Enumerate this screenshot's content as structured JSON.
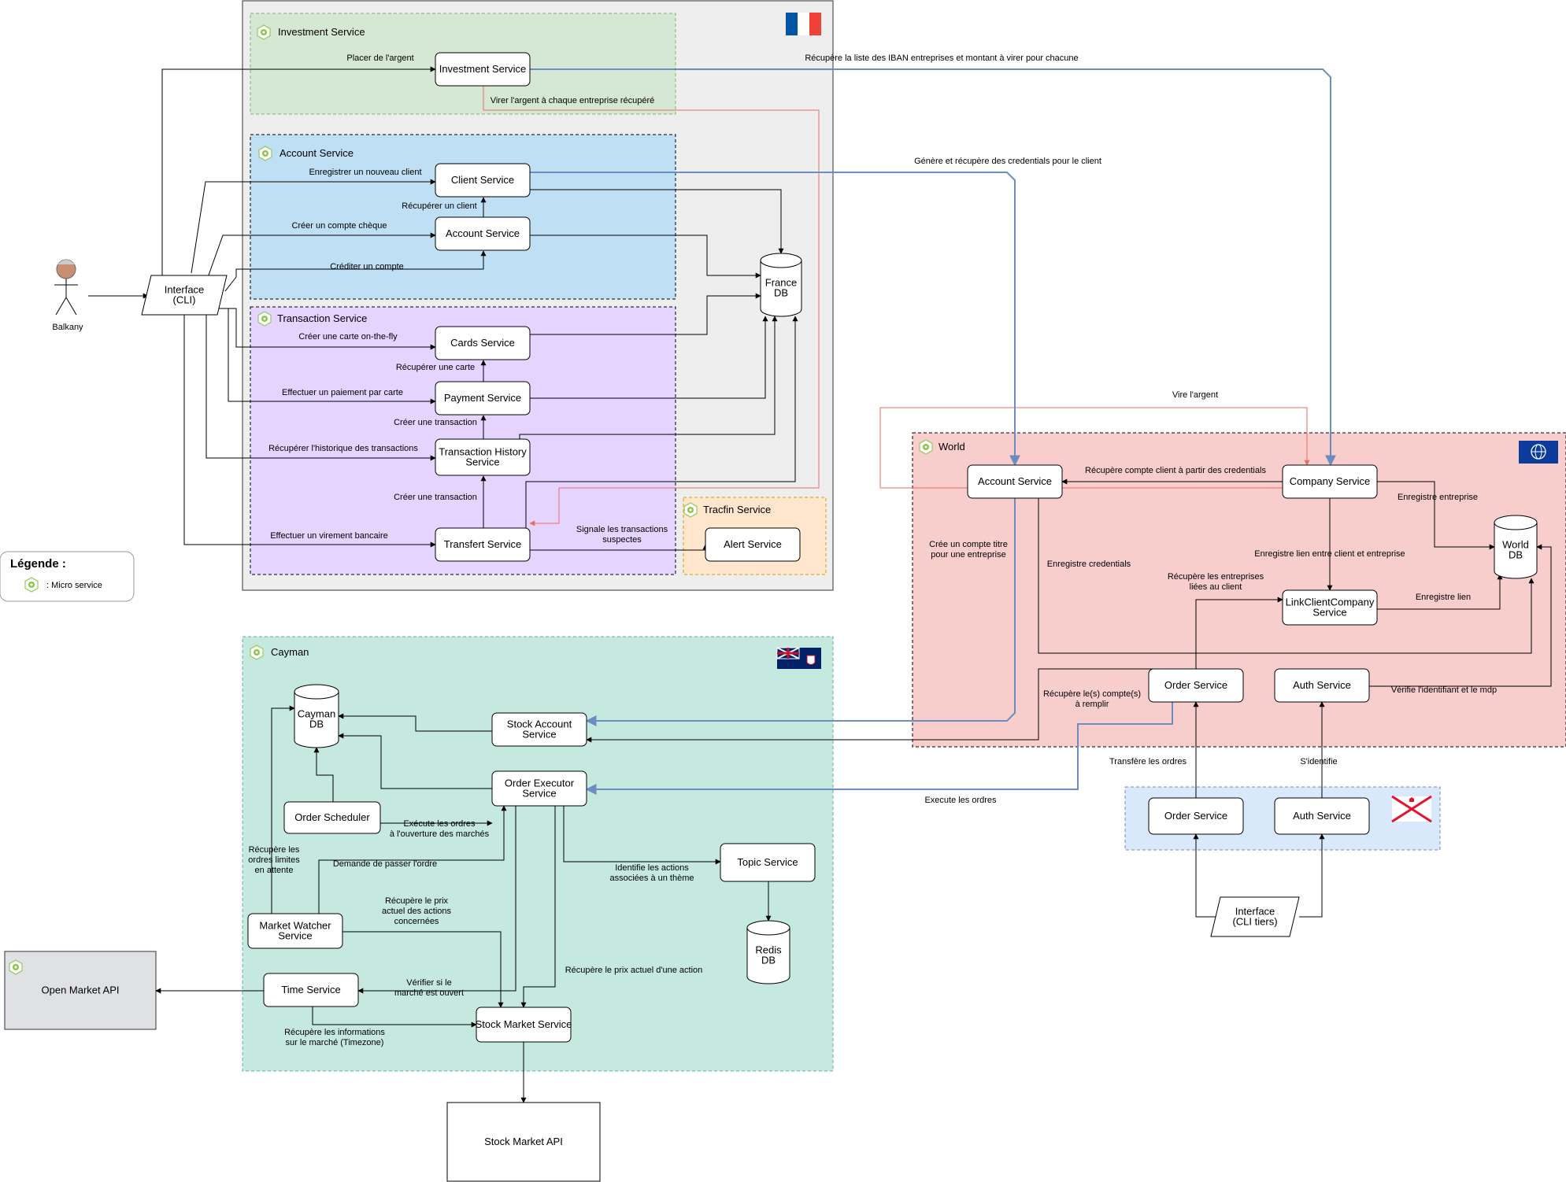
{
  "groups": {
    "france": "",
    "investment": "Investment Service",
    "account": "Account Service",
    "transaction": "Transaction Service",
    "tracfin": "Tracfin Service",
    "world": "World",
    "cayman": "Cayman",
    "legend_title": "Légende :",
    "legend_item": ": Micro service"
  },
  "actor": {
    "name": "Balkany"
  },
  "nodes": {
    "interface_cli": [
      "Interface",
      "(CLI)"
    ],
    "investment_service": [
      "Investment Service"
    ],
    "client_service": [
      "Client Service"
    ],
    "account_service_fr": [
      "Account Service"
    ],
    "cards_service": [
      "Cards Service"
    ],
    "payment_service": [
      "Payment Service"
    ],
    "transaction_history": [
      "Transaction History",
      "Service"
    ],
    "transfert_service": [
      "Transfert Service"
    ],
    "alert_service": [
      "Alert Service"
    ],
    "france_db": [
      "France",
      "DB"
    ],
    "world_account_service": [
      "Account Service"
    ],
    "company_service": [
      "Company Service"
    ],
    "world_db": [
      "World",
      "DB"
    ],
    "linkclientcompany": [
      "LinkClientCompany",
      "Service"
    ],
    "world_order_service": [
      "Order Service"
    ],
    "world_auth_service": [
      "Auth Service"
    ],
    "jersey_order_service": [
      "Order Service"
    ],
    "jersey_auth_service": [
      "Auth Service"
    ],
    "interface_cli_tiers": [
      "Interface",
      "(CLI tiers)"
    ],
    "cayman_db": [
      "Cayman",
      "DB"
    ],
    "stock_account_service": [
      "Stock Account",
      "Service"
    ],
    "order_executor": [
      "Order Executor",
      "Service"
    ],
    "order_scheduler": [
      "Order Scheduler"
    ],
    "topic_service": [
      "Topic Service"
    ],
    "redis_db": [
      "Redis",
      "DB"
    ],
    "market_watcher": [
      "Market Watcher",
      "Service"
    ],
    "time_service": [
      "Time Service"
    ],
    "stock_market_service": [
      "Stock Market Service"
    ],
    "open_market_api": [
      "Open Market API"
    ],
    "stock_market_api": [
      "Stock Market API"
    ]
  },
  "edge_labels": {
    "placer_argent": [
      "Placer de l'argent"
    ],
    "virer_argent": [
      "Virer l'argent à chaque entreprise récupéré"
    ],
    "recupere_iban": [
      "Récupère la liste des IBAN entreprises et montant à virer pour chacune"
    ],
    "enregistrer_client": [
      "Enregistrer un nouveau client"
    ],
    "recuperer_client": [
      "Récupérer un client"
    ],
    "creer_compte": [
      "Créer un compte chèque"
    ],
    "crediter": [
      "Créditer un compte"
    ],
    "genere_credentials": [
      "Génère et récupère des credentials pour le client"
    ],
    "creer_carte": [
      "Créer une carte on-the-fly"
    ],
    "recuperer_carte": [
      "Récupérer une carte"
    ],
    "effectuer_paiement": [
      "Effectuer un paiement par carte"
    ],
    "creer_transaction_1": [
      "Créer une transaction"
    ],
    "recuperer_historique": [
      "Récupérer l'historique des transactions"
    ],
    "creer_transaction_2": [
      "Créer une transaction"
    ],
    "effectuer_virement": [
      "Effectuer un virement bancaire"
    ],
    "signale": [
      "Signale les transactions",
      "suspectes"
    ],
    "vire_argent": [
      "Vire l'argent"
    ],
    "recupere_compte_client": [
      "Récupère compte client à partir des credentials"
    ],
    "enregistre_entreprise": [
      "Enregistre entreprise"
    ],
    "cree_compte_titre": [
      "Crée un compte titre",
      "pour une entreprise"
    ],
    "enregistre_credentials": [
      "Enregistre credentials"
    ],
    "enregistre_lien_cc": [
      "Enregistre lien entre client et entreprise"
    ],
    "recupere_entreprises": [
      "Récupère les entreprises",
      "liées au client"
    ],
    "enregistre_lien": [
      "Enregistre lien"
    ],
    "recupere_comptes": [
      "Récupère le(s) compte(s)",
      "à remplir"
    ],
    "verifie_identifiant": [
      "Vérifie l'identifiant et le mdp"
    ],
    "transfere_ordres": [
      "Transfère les ordres"
    ],
    "s_identifie": [
      "S'identifie"
    ],
    "execute_ordres": [
      "Execute les ordres"
    ],
    "execute_ouverture": [
      "Exécute les ordres",
      "à l'ouverture des marchés"
    ],
    "recupere_ordres_limites": [
      "Récupère les",
      "ordres limites",
      "en attente"
    ],
    "demande_passer": [
      "Demande de passer l'ordre"
    ],
    "identifie_actions": [
      "Identifie les actions",
      "associées à un thème"
    ],
    "recupere_prix_concernees": [
      "Récupère le prix",
      "actuel des actions",
      "concernées"
    ],
    "recupere_prix_action": [
      "Récupère le prix actuel d'une action"
    ],
    "verifier_marche": [
      "Vérifier si le",
      "marché est ouvert"
    ],
    "recupere_infos_marche": [
      "Récupère les informations",
      "sur le marché (Timezone)"
    ]
  },
  "colors": {
    "france_bg": "#eeeeee",
    "investment_bg": "#d5e8d4",
    "account_bg": "#bfdff5",
    "transaction_bg": "#e5d4ff",
    "tracfin_bg": "#ffe6cc",
    "world_bg": "#f8cecc",
    "jersey_bg": "#dae8fc",
    "cayman_bg": "#c5e8df",
    "open_market_bg": "#e0e1e5",
    "blue_arrow": "#6c8ebf",
    "red_arrow": "#ea6b66"
  },
  "icons": [
    "microservice-icon",
    "france-flag-icon",
    "eu-flag-icon",
    "cayman-flag-icon",
    "jersey-flag-icon",
    "person-icon"
  ]
}
